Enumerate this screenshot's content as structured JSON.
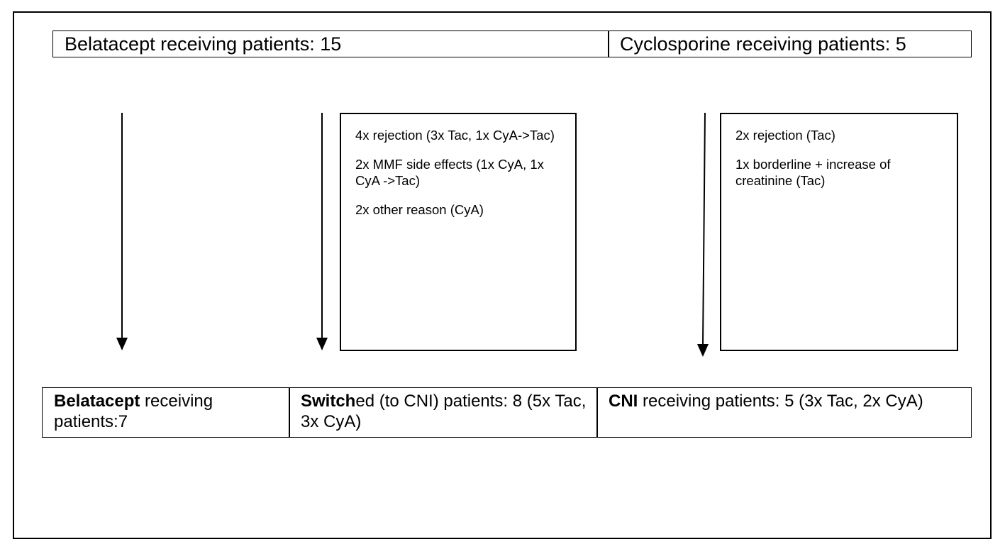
{
  "top": {
    "belatacept": "Belatacept receiving patients:  15",
    "cyclosporine": "Cyclosporine receiving patients: 5"
  },
  "reasons_switched": [
    "4x rejection (3x Tac, 1x CyA->Tac)",
    "2x MMF side effects (1x CyA, 1x CyA ->Tac)",
    "2x other reason (CyA)"
  ],
  "reasons_cni": [
    "2x rejection (Tac)",
    "1x borderline + increase of creatinine (Tac)"
  ],
  "bottom": {
    "belatacept_bold": "Belatacept",
    "belatacept_rest": " receiving patients:7",
    "switched_bold": "Switch",
    "switched_rest": "ed (to CNI) patients: 8 (5x Tac, 3x CyA)",
    "cni_bold": "CNI",
    "cni_rest": " receiving patients: 5 (3x Tac, 2x CyA)"
  }
}
